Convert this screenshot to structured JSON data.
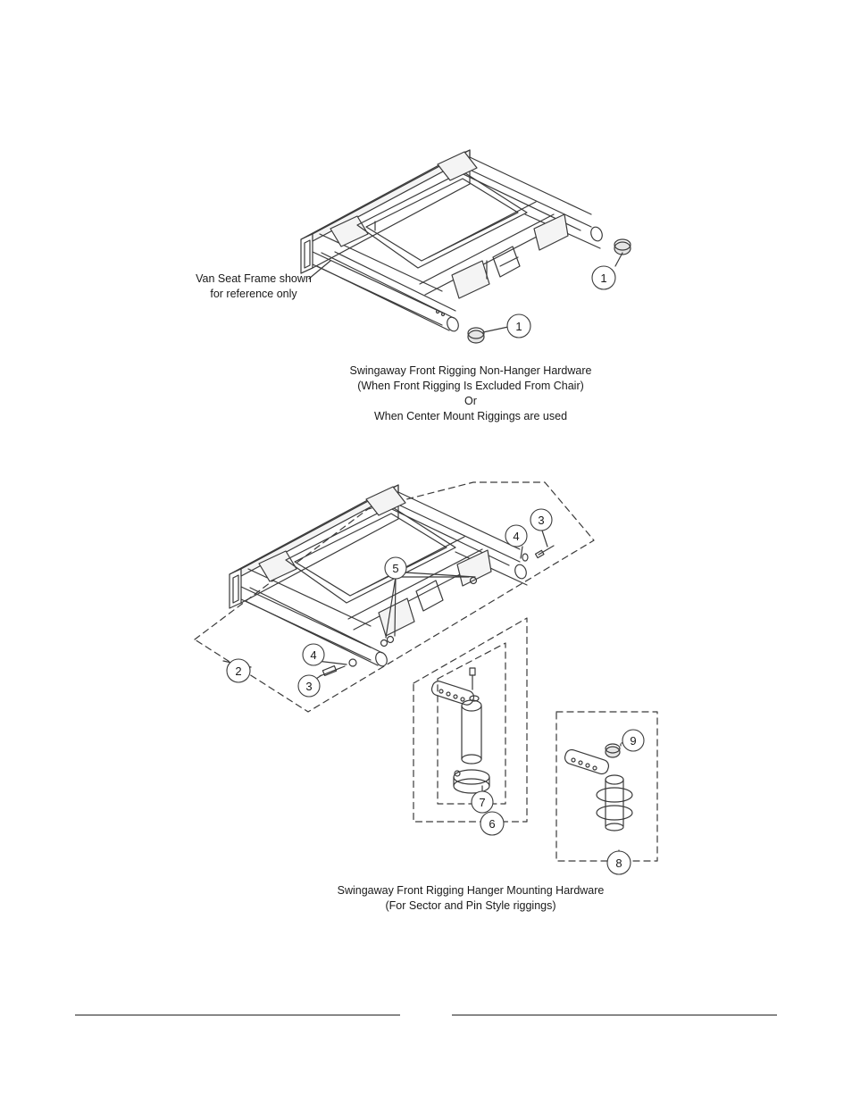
{
  "diagram_top": {
    "note_line1": "Van Seat Frame shown",
    "note_line2": "for reference only",
    "callouts": [
      "1",
      "1"
    ],
    "caption": [
      "Swingaway Front Rigging Non-Hanger Hardware",
      "(When Front Rigging Is Excluded From Chair)",
      "Or",
      "When Center Mount Riggings are used"
    ]
  },
  "diagram_bottom": {
    "callouts": [
      "2",
      "3",
      "3",
      "4",
      "4",
      "5",
      "6",
      "7",
      "8",
      "9"
    ],
    "caption": [
      "Swingaway Front Rigging Hanger Mounting Hardware",
      "(For Sector and Pin Style riggings)"
    ]
  },
  "colors": {
    "line": "#3a3a3a",
    "background": "#ffffff"
  }
}
